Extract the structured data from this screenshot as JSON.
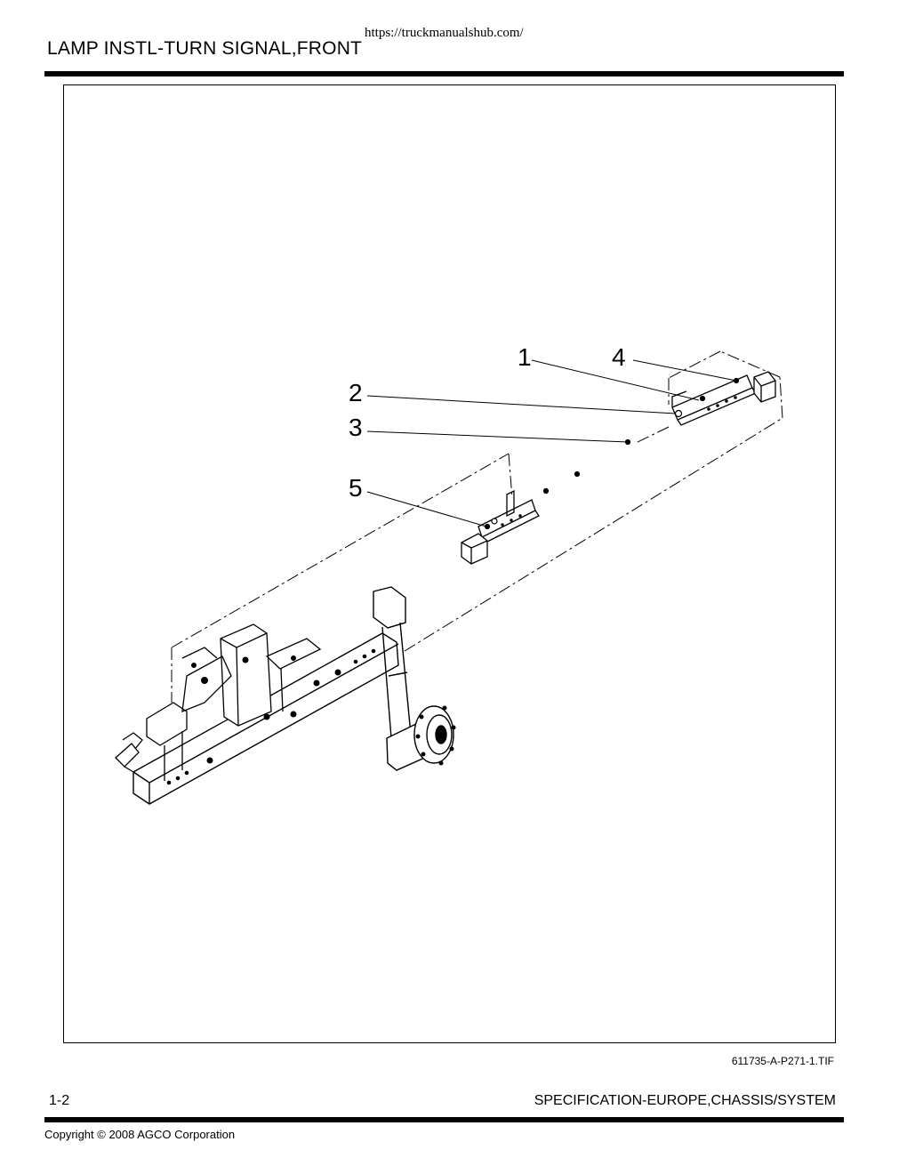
{
  "header": {
    "url": "https://truckmanualshub.com/",
    "title": "LAMP INSTL-TURN SIGNAL,FRONT"
  },
  "figure": {
    "callouts": [
      "1",
      "2",
      "3",
      "4",
      "5"
    ],
    "file_id": "611735-A-P271-1.TIF"
  },
  "footer": {
    "page_number": "1-2",
    "section": "SPECIFICATION-EUROPE,CHASSIS/SYSTEM",
    "copyright": "Copyright © 2008 AGCO Corporation"
  }
}
